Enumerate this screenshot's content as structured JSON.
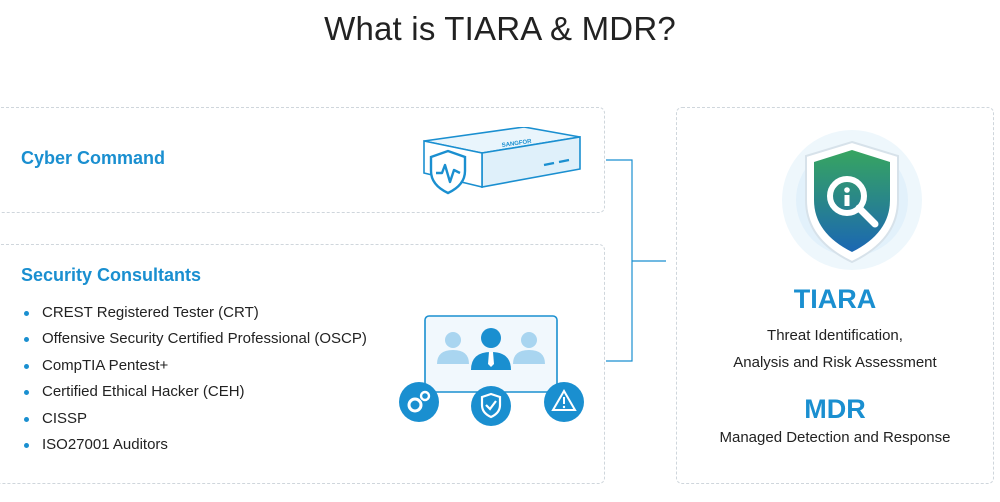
{
  "page": {
    "title": "What is TIARA & MDR?"
  },
  "cyber_command": {
    "heading": "Cyber Command",
    "device_brand": "SANGFOR"
  },
  "security_consultants": {
    "heading": "Security Consultants",
    "certifications": [
      "CREST Registered Tester (CRT)",
      "Offensive Security Certified Professional (OSCP)",
      "CompTIA Pentest+",
      "Certified Ethical Hacker (CEH)",
      "CISSP",
      "ISO27001 Auditors"
    ]
  },
  "tiara": {
    "title": "TIARA",
    "subtitle_line1": "Threat Identification,",
    "subtitle_line2": "Analysis and Risk Assessment"
  },
  "mdr": {
    "title": "MDR",
    "subtitle": "Managed Detection and Response"
  },
  "icons": {
    "appliance": "security-appliance-icon",
    "team": "consultant-team-icon",
    "gears": "gears-icon",
    "shield_check": "shield-check-icon",
    "warning": "warning-icon",
    "magnifier_shield": "shield-magnifier-icon"
  },
  "colors": {
    "accent": "#1a8fd0",
    "text": "#222222",
    "border": "#cfd6dc",
    "shield_green": "#2e9a57",
    "shield_blue": "#1b67b3"
  }
}
